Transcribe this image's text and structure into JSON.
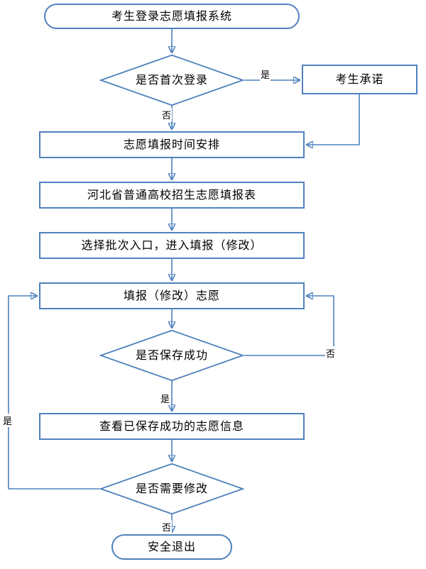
{
  "colors": {
    "node_border": "#4f81bd",
    "connector": "#4f81bd",
    "node_fill": "#ffffff",
    "text": "#000000",
    "background": "#ffffff"
  },
  "nodes": {
    "start": {
      "label": "考生登录志愿填报系统"
    },
    "first_login": {
      "label": "是否首次登录"
    },
    "commitment": {
      "label": "考生承诺"
    },
    "schedule": {
      "label": "志愿填报时间安排"
    },
    "form": {
      "label": "河北省普通高校招生志愿填报表"
    },
    "batch_entry": {
      "label": "选择批次入口，进入填报（修改）"
    },
    "fill_modify": {
      "label": "填报（修改）志愿"
    },
    "save_success": {
      "label": "是否保存成功"
    },
    "view_saved": {
      "label": "查看已保存成功的志愿信息"
    },
    "need_modify": {
      "label": "是否需要修改"
    },
    "exit": {
      "label": "安全退出"
    }
  },
  "edge_labels": {
    "first_login_yes": "是",
    "first_login_no": "否",
    "save_success_no": "否",
    "save_success_yes": "是",
    "need_modify_yes": "是",
    "need_modify_no": "否"
  }
}
